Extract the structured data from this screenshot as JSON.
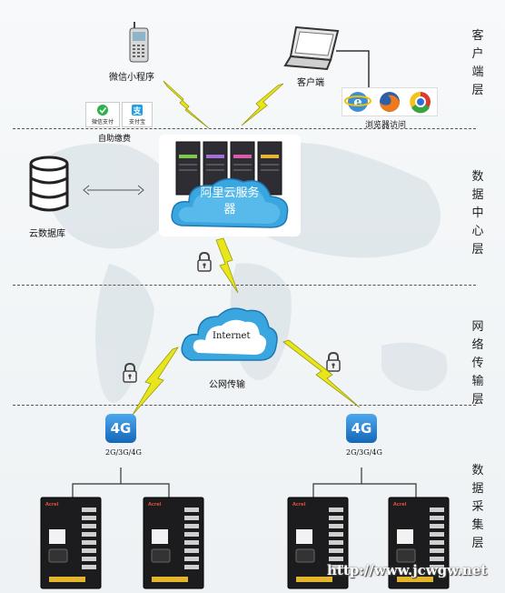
{
  "layers": {
    "client": "客户端层",
    "datacenter": "数据中心层",
    "network": "网络传输层",
    "collection": "数据采集层"
  },
  "client": {
    "wechat_mini": "微信小程序",
    "pc_client": "客户端",
    "browser_access": "浏览器访问",
    "wechat_pay": "微信支付",
    "alipay": "支付宝",
    "self_payment": "自助缴费"
  },
  "datacenter": {
    "cloud_server": "阿里云服务器",
    "database": "云数据库"
  },
  "network": {
    "internet": "Internet",
    "public_network": "公网传输"
  },
  "collection": {
    "badge_4g": "4G",
    "network_types": "2G/3G/4G",
    "brand": "Acrel"
  },
  "watermark": "http://www.jcwgw.net",
  "colors": {
    "lightning": "#e8e61a",
    "cloud": "#3aa6df",
    "cabinet": "#1a1a1a",
    "badge_4g": "#1e7fd0"
  }
}
